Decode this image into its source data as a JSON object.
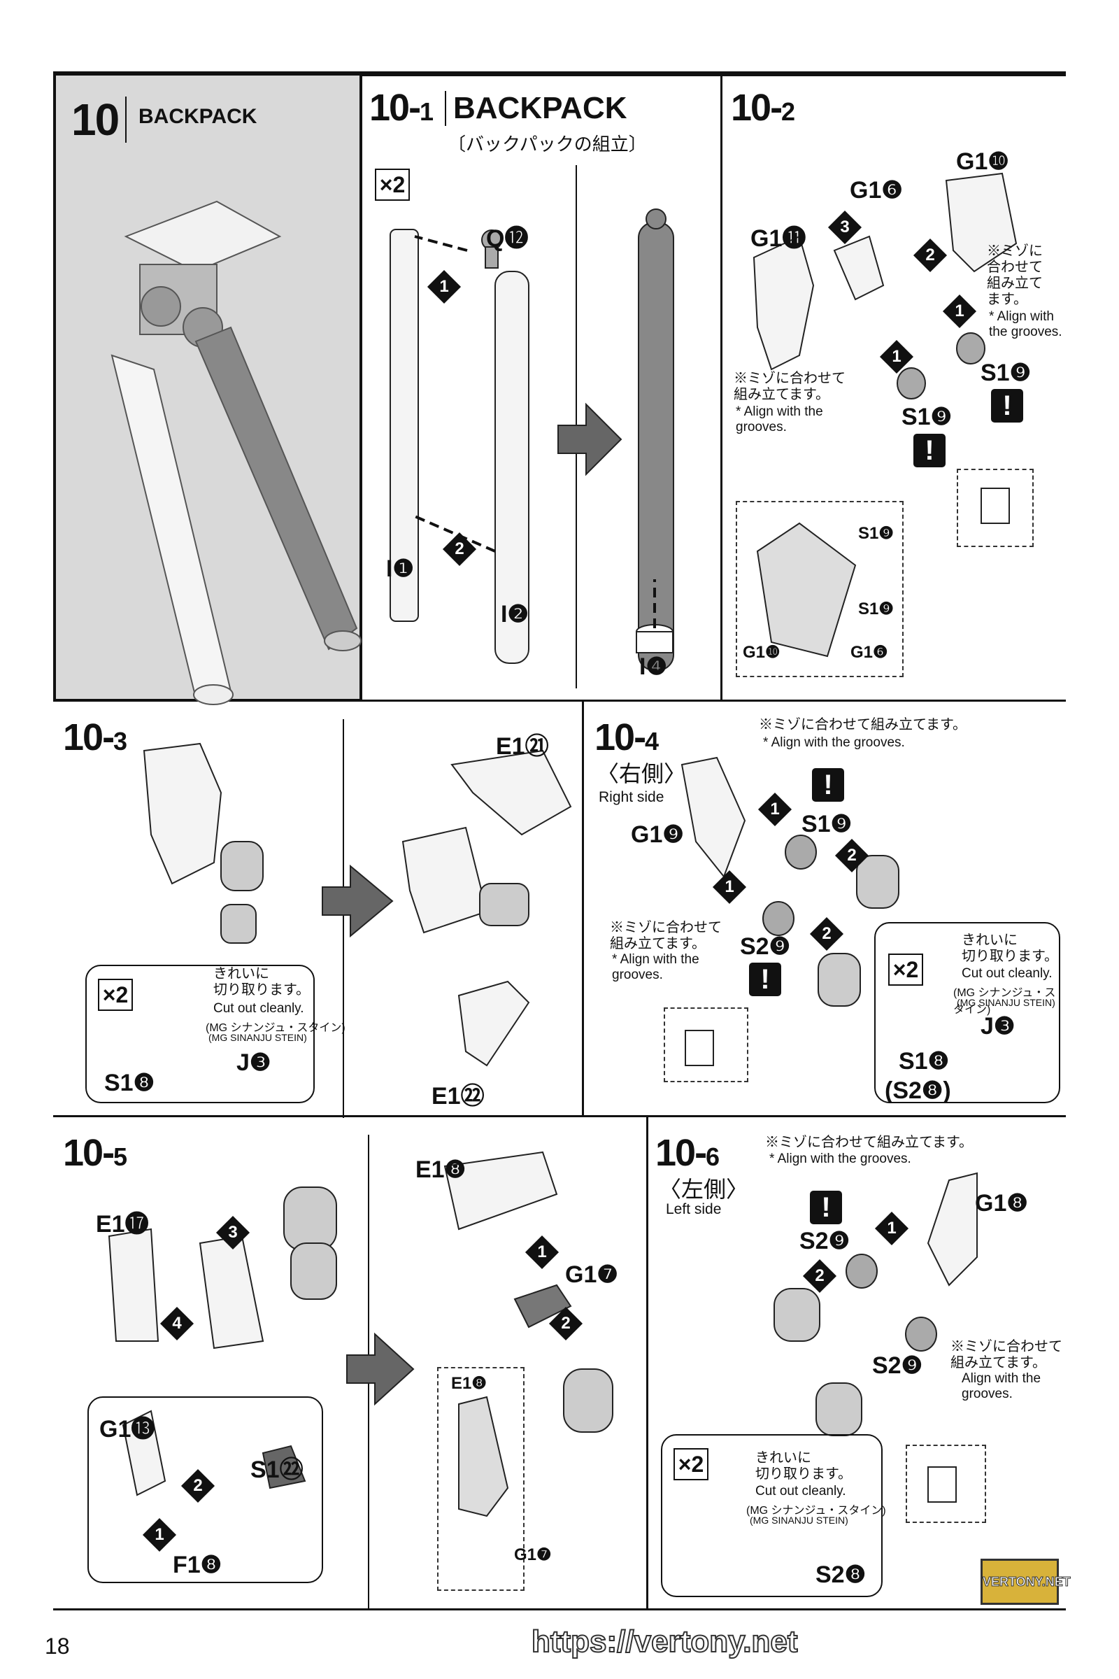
{
  "page_number": "18",
  "step10": {
    "number": "10",
    "title": "BACKPACK"
  },
  "step10_1": {
    "number": "10-",
    "sub": "1",
    "title": "BACKPACK",
    "title_jp": "〔バックパックの組立〕",
    "qty": "×2",
    "parts": {
      "q12": "Q⓬",
      "i1": "I❶",
      "i2": "I❷",
      "i4": "I❹"
    },
    "steps": [
      "1",
      "2"
    ]
  },
  "step10_2": {
    "number": "10-",
    "sub": "2",
    "parts": {
      "g110": "G1❿",
      "g16": "G1❻",
      "g111": "G1⓫",
      "s19a": "S1❾",
      "s19b": "S1❾",
      "d_s19a": "S1❾",
      "d_s19b": "S1❾",
      "d_g110": "G1❿",
      "d_g16": "G1❻"
    },
    "note1_jp": "※ミゾに\n合わせて\n組み立て\nます。",
    "note1_en": "* Align with\nthe grooves.",
    "note2_jp": "※ミゾに合わせて\n組み立てます。",
    "note2_en": "* Align with the\ngrooves.",
    "steps": [
      "3",
      "2",
      "1",
      "1"
    ],
    "warn": "!"
  },
  "step10_3": {
    "number": "10-",
    "sub": "3",
    "qty": "×2",
    "parts": {
      "e121": "E1㉑",
      "e122": "E1㉒",
      "s18": "S1❽",
      "j3": "J❸"
    },
    "cut_jp": "きれいに\n切り取ります。",
    "cut_en": "Cut out cleanly.",
    "kit_jp": "(MG シナンジュ・スタイン)",
    "kit_en": "(MG SINANJU STEIN)"
  },
  "step10_4": {
    "number": "10-",
    "sub": "4",
    "side_jp": "〈右側〉",
    "side_en": "Right side",
    "qty": "×2",
    "note_top_jp": "※ミゾに合わせて組み立てます。",
    "note_top_en": "* Align with the grooves.",
    "note_jp": "※ミゾに合わせて\n組み立てます。",
    "note_en": "* Align with the\ngrooves.",
    "parts": {
      "g19": "G1❾",
      "s19": "S1❾",
      "s29": "S2❾",
      "s18": "S1❽",
      "s28": "(S2❽)",
      "j3": "J❸"
    },
    "cut_jp": "きれいに\n切り取ります。",
    "cut_en": "Cut out cleanly.",
    "kit_jp": "(MG シナンジュ・スタイン)",
    "kit_en": "(MG SINANJU STEIN)",
    "steps": [
      "1",
      "2",
      "1",
      "2"
    ],
    "warn": "!"
  },
  "step10_5": {
    "number": "10-",
    "sub": "5",
    "parts": {
      "e117": "E1⓱",
      "g113": "G1⓭",
      "s122": "S1㉒",
      "f18": "F1❽",
      "e18": "E1❽",
      "g17": "G1❼",
      "d_e18": "E1❽",
      "d_g17": "G1❼"
    },
    "steps": [
      "3",
      "4",
      "2",
      "1",
      "1",
      "2"
    ]
  },
  "step10_6": {
    "number": "10-",
    "sub": "6",
    "side_jp": "〈左側〉",
    "side_en": "Left side",
    "qty": "×2",
    "note_top_jp": "※ミゾに合わせて組み立てます。",
    "note_top_en": "* Align with the grooves.",
    "note_jp": "※ミゾに合わせて\n組み立てます。",
    "note_en": "Align with the\ngrooves.",
    "parts": {
      "g18": "G1❽",
      "s29a": "S2❾",
      "s29b": "S2❾",
      "s28": "S2❽"
    },
    "cut_jp": "きれいに\n切り取ります。",
    "cut_en": "Cut out cleanly.",
    "kit_jp": "(MG シナンジュ・スタイン)",
    "kit_en": "(MG SINANJU STEIN)",
    "steps": [
      "1",
      "2"
    ],
    "warn": "!"
  },
  "watermark": "https://vertony.net",
  "logo": "VERTONY.NET",
  "colors": {
    "ink": "#111111",
    "panel_gray": "#d9d9d9",
    "logo_gold": "#d8b23a"
  }
}
